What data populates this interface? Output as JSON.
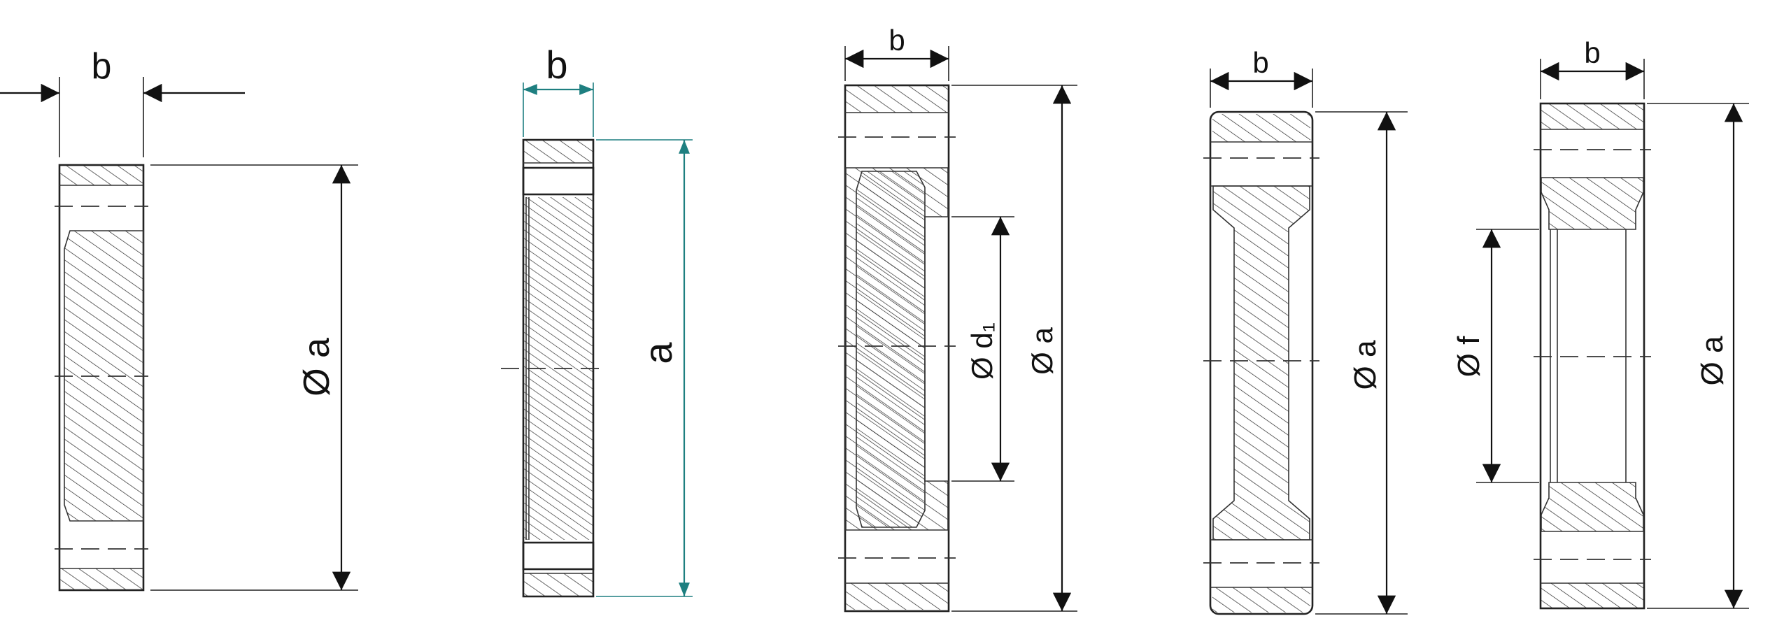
{
  "figures": [
    {
      "id": "fig1",
      "labels": {
        "width": "b",
        "diameter": "Ø a"
      }
    },
    {
      "id": "fig2",
      "labels": {
        "width": "b",
        "height": "a"
      }
    },
    {
      "id": "fig3",
      "labels": {
        "width": "b",
        "inner_diameter": "Ø d₁",
        "diameter": "Ø a"
      }
    },
    {
      "id": "fig4",
      "labels": {
        "width": "b",
        "diameter": "Ø a"
      }
    },
    {
      "id": "fig5",
      "labels": {
        "width": "b",
        "inner_diameter": "Ø f",
        "diameter": "Ø a"
      }
    }
  ],
  "colors": {
    "ink": "#111111",
    "accent": "#1e7f80",
    "background": "#ffffff"
  }
}
